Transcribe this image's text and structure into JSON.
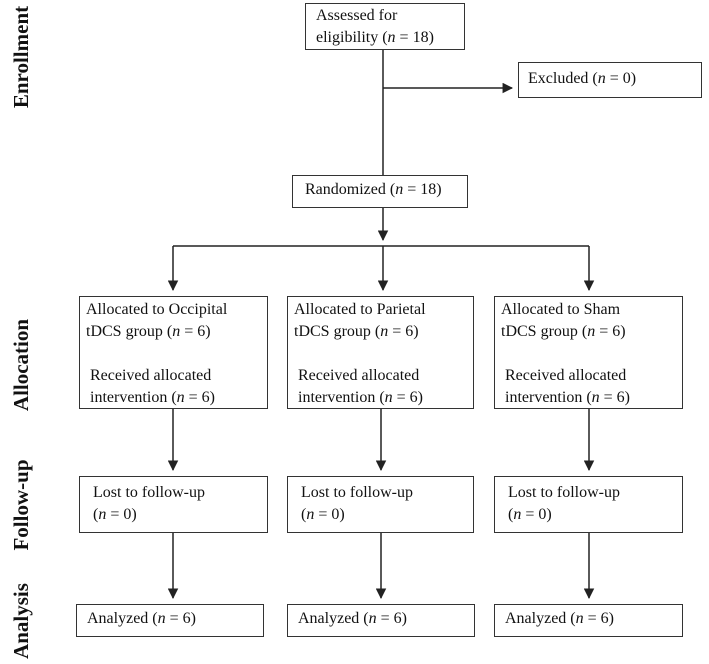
{
  "colors": {
    "background": "#ffffff",
    "line": "#222222",
    "box_border": "#333333",
    "text": "#111111"
  },
  "sections": {
    "enrollment": "Enrollment",
    "allocation": "Allocation",
    "followup": "Follow-up",
    "analysis": "Analysis"
  },
  "boxes": {
    "assessed": {
      "lines": [
        [
          {
            "t": "Assessed for"
          }
        ],
        [
          {
            "t": "eligibility ("
          },
          {
            "t": "n",
            "i": 1
          },
          {
            "t": " = 18)"
          }
        ]
      ]
    },
    "excluded": {
      "lines": [
        [
          {
            "t": "Excluded ("
          },
          {
            "t": "n",
            "i": 1
          },
          {
            "t": " = 0)"
          }
        ]
      ]
    },
    "randomized": {
      "lines": [
        [
          {
            "t": "Randomized ("
          },
          {
            "t": "n",
            "i": 1
          },
          {
            "t": " = 18)"
          }
        ]
      ]
    },
    "alloc_occipital": {
      "lines": [
        [
          {
            "t": "Allocated to Occipital"
          }
        ],
        [
          {
            "t": "tDCS group ("
          },
          {
            "t": "n",
            "i": 1
          },
          {
            "t": " = 6)"
          }
        ],
        [],
        [
          {
            "t": " Received allocated"
          }
        ],
        [
          {
            "t": " intervention ("
          },
          {
            "t": "n",
            "i": 1
          },
          {
            "t": " = 6)"
          }
        ]
      ]
    },
    "alloc_parietal": {
      "lines": [
        [
          {
            "t": "Allocated to Parietal"
          }
        ],
        [
          {
            "t": "tDCS group ("
          },
          {
            "t": "n",
            "i": 1
          },
          {
            "t": " = 6)"
          }
        ],
        [],
        [
          {
            "t": " Received allocated"
          }
        ],
        [
          {
            "t": " intervention ("
          },
          {
            "t": "n",
            "i": 1
          },
          {
            "t": " = 6)"
          }
        ]
      ]
    },
    "alloc_sham": {
      "lines": [
        [
          {
            "t": "Allocated to Sham"
          }
        ],
        [
          {
            "t": "tDCS group ("
          },
          {
            "t": "n",
            "i": 1
          },
          {
            "t": " = 6)"
          }
        ],
        [],
        [
          {
            "t": " Received allocated"
          }
        ],
        [
          {
            "t": " intervention ("
          },
          {
            "t": "n",
            "i": 1
          },
          {
            "t": " = 6)"
          }
        ]
      ]
    },
    "followup_occipital": {
      "lines": [
        [
          {
            "t": "Lost to follow-up"
          }
        ],
        [
          {
            "t": "("
          },
          {
            "t": "n",
            "i": 1
          },
          {
            "t": " = 0)"
          }
        ]
      ]
    },
    "followup_parietal": {
      "lines": [
        [
          {
            "t": "Lost to follow-up"
          }
        ],
        [
          {
            "t": "("
          },
          {
            "t": "n",
            "i": 1
          },
          {
            "t": " = 0)"
          }
        ]
      ]
    },
    "followup_sham": {
      "lines": [
        [
          {
            "t": "Lost to follow-up"
          }
        ],
        [
          {
            "t": "("
          },
          {
            "t": "n",
            "i": 1
          },
          {
            "t": " = 0)"
          }
        ]
      ]
    },
    "analyzed_occipital": {
      "lines": [
        [
          {
            "t": "Analyzed ("
          },
          {
            "t": "n",
            "i": 1
          },
          {
            "t": " = 6)"
          }
        ]
      ]
    },
    "analyzed_parietal": {
      "lines": [
        [
          {
            "t": "Analyzed ("
          },
          {
            "t": "n",
            "i": 1
          },
          {
            "t": " = 6)"
          }
        ]
      ]
    },
    "analyzed_sham": {
      "lines": [
        [
          {
            "t": "Analyzed ("
          },
          {
            "t": "n",
            "i": 1
          },
          {
            "t": " = 6)"
          }
        ]
      ]
    }
  }
}
